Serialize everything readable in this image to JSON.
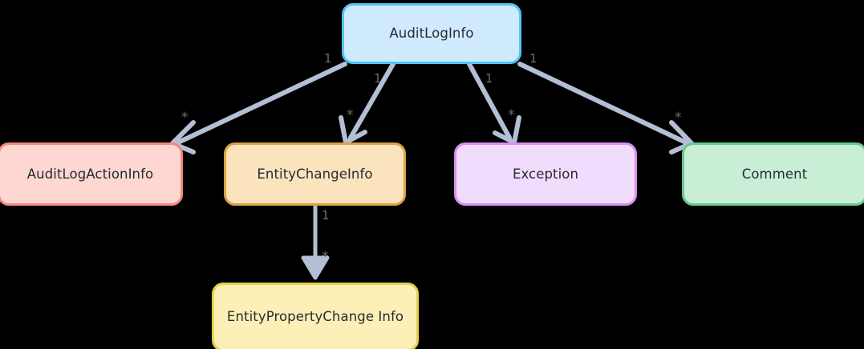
{
  "diagram": {
    "background_color": "#000000",
    "edge_color": "#b2bfd4",
    "label_color": "#6e6e6e",
    "nodes": [
      {
        "id": "auditloginfo",
        "label": "AuditLogInfo",
        "fill": "#cfeafd",
        "stroke": "#50c4f5"
      },
      {
        "id": "auditlogactioninfo",
        "label": "AuditLogActionInfo",
        "fill": "#ffd7d2",
        "stroke": "#f4887c"
      },
      {
        "id": "entitychangeinfo",
        "label": "EntityChangeInfo",
        "fill": "#fae3bd",
        "stroke": "#d9a440"
      },
      {
        "id": "exception",
        "label": "Exception",
        "fill": "#f0dcfc",
        "stroke": "#d78ef0"
      },
      {
        "id": "comment",
        "label": "Comment",
        "fill": "#c8eed5",
        "stroke": "#66c98e"
      },
      {
        "id": "entitypropertychangeinfo",
        "label": "EntityPropertyChange Info",
        "fill": "#fdf0b6",
        "stroke": "#e3d24c"
      }
    ],
    "edges": [
      {
        "id": "auditloginfo-to-auditlogactioninfo",
        "from": "auditloginfo",
        "to": "auditlogactioninfo",
        "source_multiplicity": "1",
        "target_multiplicity": "*"
      },
      {
        "id": "auditloginfo-to-entitychangeinfo",
        "from": "auditloginfo",
        "to": "entitychangeinfo",
        "source_multiplicity": "1",
        "target_multiplicity": "*"
      },
      {
        "id": "auditloginfo-to-exception",
        "from": "auditloginfo",
        "to": "exception",
        "source_multiplicity": "1",
        "target_multiplicity": "*"
      },
      {
        "id": "auditloginfo-to-comment",
        "from": "auditloginfo",
        "to": "comment",
        "source_multiplicity": "1",
        "target_multiplicity": "*"
      },
      {
        "id": "entitychangeinfo-to-entitypropertychangeinfo",
        "from": "entitychangeinfo",
        "to": "entitypropertychangeinfo",
        "source_multiplicity": "1",
        "target_multiplicity": "*"
      }
    ]
  }
}
